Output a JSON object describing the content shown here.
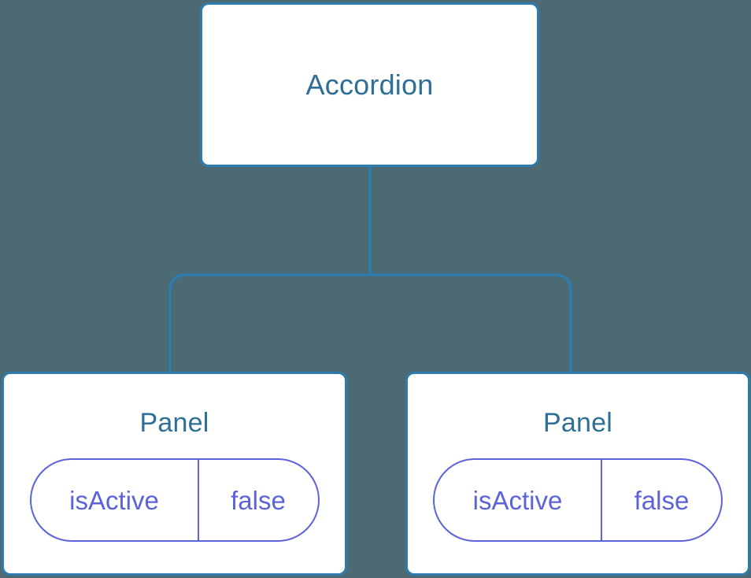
{
  "diagram": {
    "type": "component-tree",
    "background_color": "#4c6a73",
    "edge_color": "#2e7cad",
    "node_border_color": "#2e7cad",
    "node_fill_color": "#ffffff",
    "node_title_color": "#2f6e96",
    "pill_color": "#5c63d8",
    "root": {
      "label": "Accordion"
    },
    "children": [
      {
        "label": "Panel",
        "state": {
          "key": "isActive",
          "value": "false"
        }
      },
      {
        "label": "Panel",
        "state": {
          "key": "isActive",
          "value": "false"
        }
      }
    ]
  }
}
